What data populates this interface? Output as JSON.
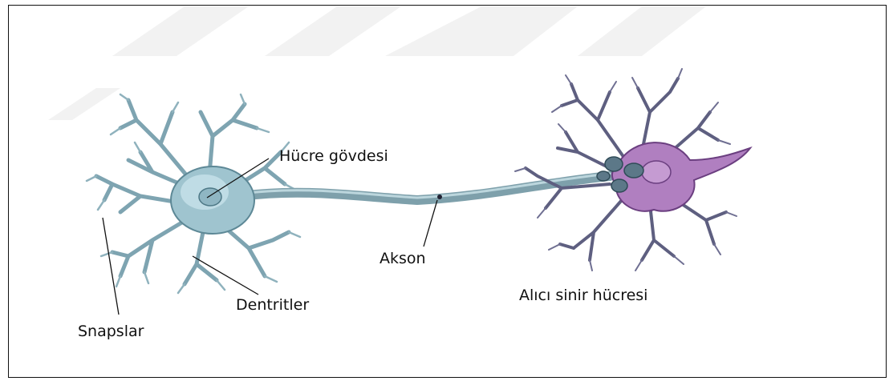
{
  "diagram": {
    "labels": {
      "cell_body": "Hücre gövdesi",
      "axon": "Akson",
      "dendrites": "Dentritler",
      "synapses": "Snapslar",
      "receiving_neuron": "Alıcı sinir hücresi"
    },
    "colors": {
      "neuron_fill": "#9fc4cf",
      "neuron_stroke": "#5d8896",
      "nucleus": "#c7e2ea",
      "receiver_fill": "#b07fc0",
      "receiver_stroke": "#6b3f80",
      "dendrite_dark": "#5e5f80",
      "watermark": "#f0f0f0"
    }
  }
}
